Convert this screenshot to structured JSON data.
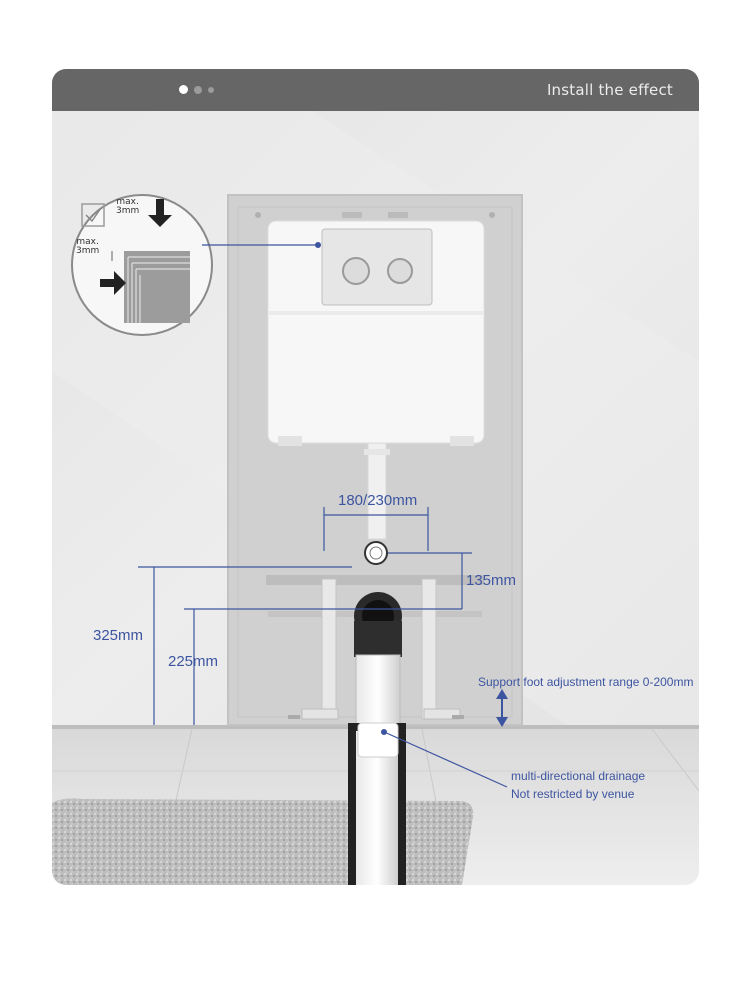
{
  "header": {
    "title": "Install the effect",
    "slide_count": 3,
    "active_slide": 1
  },
  "dimensions": {
    "pipe_spacing": "180/230mm",
    "outlet_offset": "135mm",
    "frame_height": "325mm",
    "drain_height": "225mm"
  },
  "inset": {
    "max_top": "max.\n3mm",
    "max_side": "max.\n3mm"
  },
  "annotations": {
    "support_foot": "Support foot adjustment range 0-200mm",
    "drainage_line1": "multi-directional drainage",
    "drainage_line2": "Not restricted by venue"
  },
  "colors": {
    "accent": "#3d55a0",
    "header_bg": "#666666",
    "wall": "#e6e6e6",
    "frame": "#cdcdcd"
  }
}
